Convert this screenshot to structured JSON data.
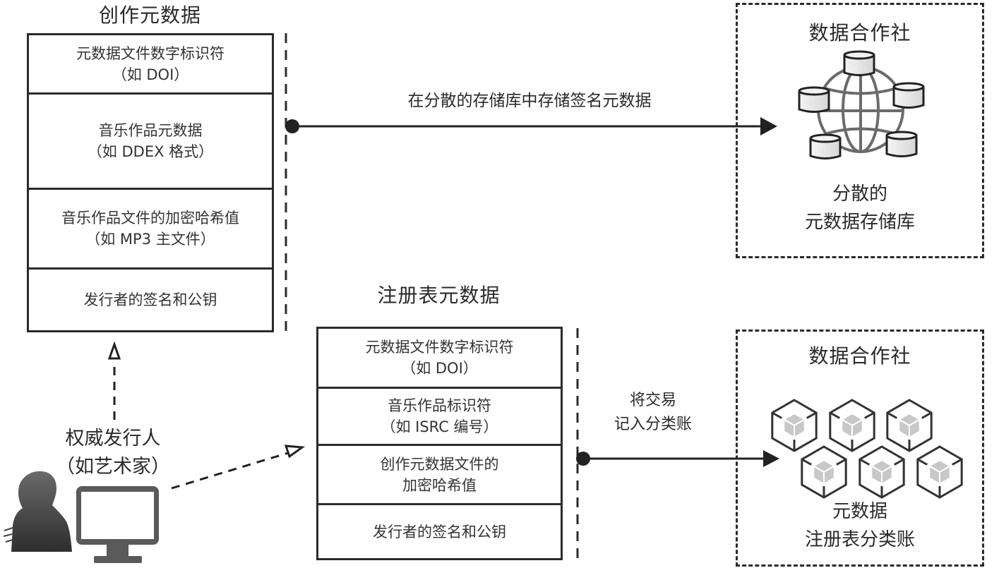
{
  "creation_metadata": {
    "title": "创作元数据",
    "fields": [
      {
        "line1": "元数据文件数字标识符",
        "line2": "（如 DOI）"
      },
      {
        "line1": "音乐作品元数据",
        "line2": "（如 DDEX 格式）"
      },
      {
        "line1": "音乐作品文件的加密哈希值",
        "line2": "（如 MP3 主文件）"
      },
      {
        "line1": "发行者的签名和公钥",
        "line2": ""
      }
    ]
  },
  "registry_metadata": {
    "title": "注册表元数据",
    "fields": [
      {
        "line1": "元数据文件数字标识符",
        "line2": "（如 DOI）"
      },
      {
        "line1": "音乐作品标识符",
        "line2": "（如 ISRC 编号）"
      },
      {
        "line1": "创作元数据文件的",
        "line2": "加密哈希值"
      },
      {
        "line1": "发行者的签名和公钥",
        "line2": ""
      }
    ]
  },
  "arrows": {
    "store_label": "在分散的存储库中存储签名元数据",
    "ledger_label_line1": "将交易",
    "ledger_label_line2": "记入分类账"
  },
  "issuer": {
    "line1": "权威发行人",
    "line2": "（如艺术家）",
    "icons": [
      "person-silhouette-icon",
      "monitor-icon"
    ]
  },
  "storage_cooperative": {
    "title": "数据合作社",
    "caption_line1": "分散的",
    "caption_line2": "元数据存储库",
    "icon": "globe-database-network-icon"
  },
  "ledger_cooperative": {
    "title": "数据合作社",
    "caption_line1": "元数据",
    "caption_line2": "注册表分类账",
    "icon": "blockchain-cubes-icon",
    "block_count": 6
  },
  "colors": {
    "line": "#2b2b2b",
    "icon_gray": "#5a5a5a",
    "cube_fill": "#c8c8c8",
    "db_fill": "#e6e6e6"
  }
}
